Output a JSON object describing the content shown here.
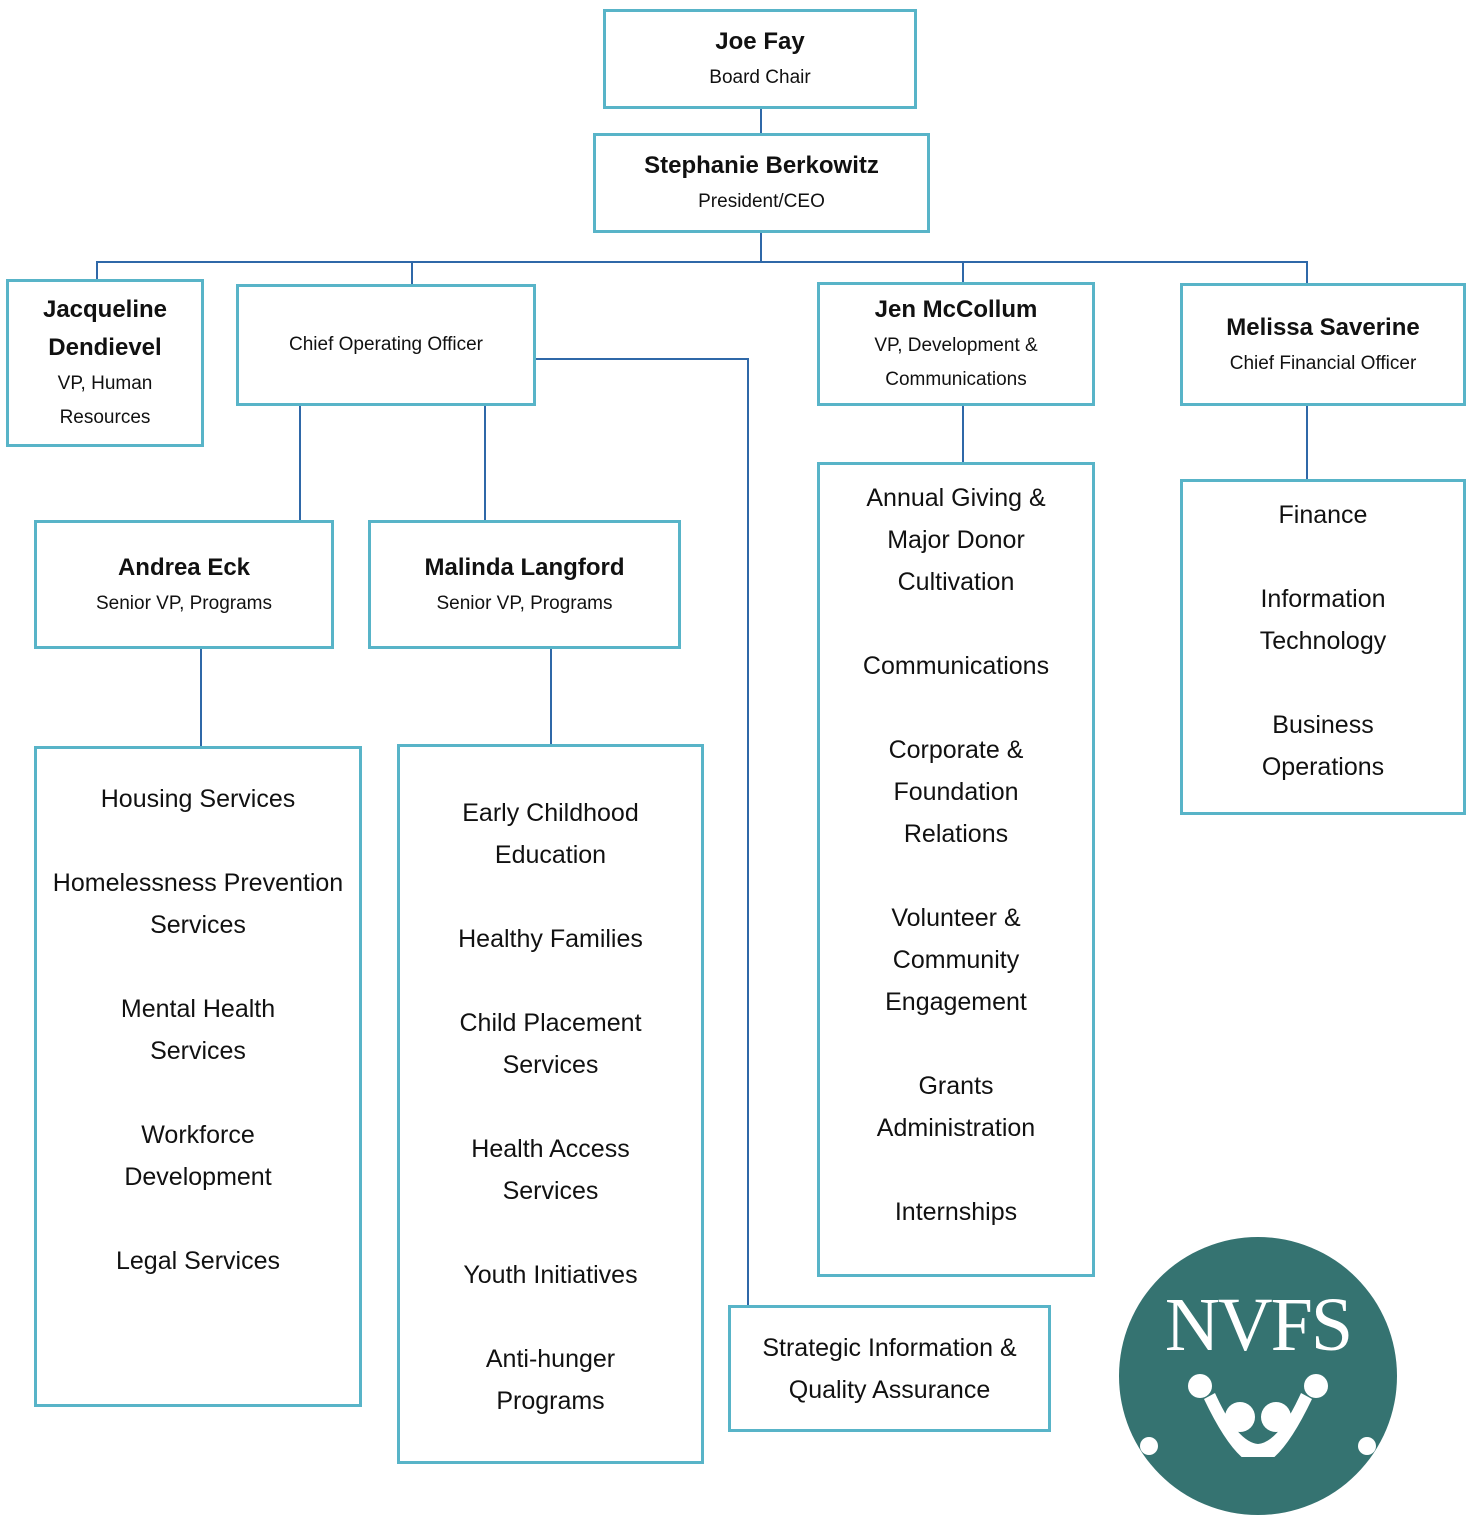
{
  "chart": {
    "top": {
      "chair": {
        "name": "Joe Fay",
        "role": "Board Chair"
      },
      "ceo": {
        "name": "Stephanie Berkowitz",
        "role": "President/CEO"
      }
    },
    "direct_reports": {
      "hr": {
        "name": "Jacqueline Dendievel",
        "role": "VP, Human Resources"
      },
      "coo": {
        "role": "Chief Operating Officer"
      },
      "dev": {
        "name": "Jen McCollum",
        "role": "VP, Development & Communications"
      },
      "cfo": {
        "name": "Melissa Saverine",
        "role": "Chief Financial Officer"
      }
    },
    "program_leads": {
      "eck": {
        "name": "Andrea Eck",
        "role": "Senior VP, Programs"
      },
      "langford": {
        "name": "Malinda Langford",
        "role": "Senior VP, Programs"
      }
    },
    "departments": {
      "eck": [
        "Housing Services",
        "Homelessness Prevention Services",
        "Mental Health Services",
        "Workforce Development",
        "Legal Services"
      ],
      "langford": [
        "Early Childhood Education",
        "Healthy Families",
        "Child Placement Services",
        "Health Access Services",
        "Youth Initiatives",
        "Anti-hunger Programs"
      ],
      "dev": [
        "Annual Giving & Major Donor Cultivation",
        "Communications",
        "Corporate & Foundation Relations",
        "Volunteer & Community Engagement",
        "Grants Administration",
        "Internships"
      ],
      "cfo": [
        "Finance",
        "Information Technology",
        "Business Operations"
      ],
      "coo_direct": [
        "Strategic Information & Quality Assurance"
      ]
    }
  },
  "logo": {
    "text": "NVFS",
    "color": "#357371"
  },
  "colors": {
    "box_border": "#58b4c8",
    "connector": "#2f68a8"
  }
}
